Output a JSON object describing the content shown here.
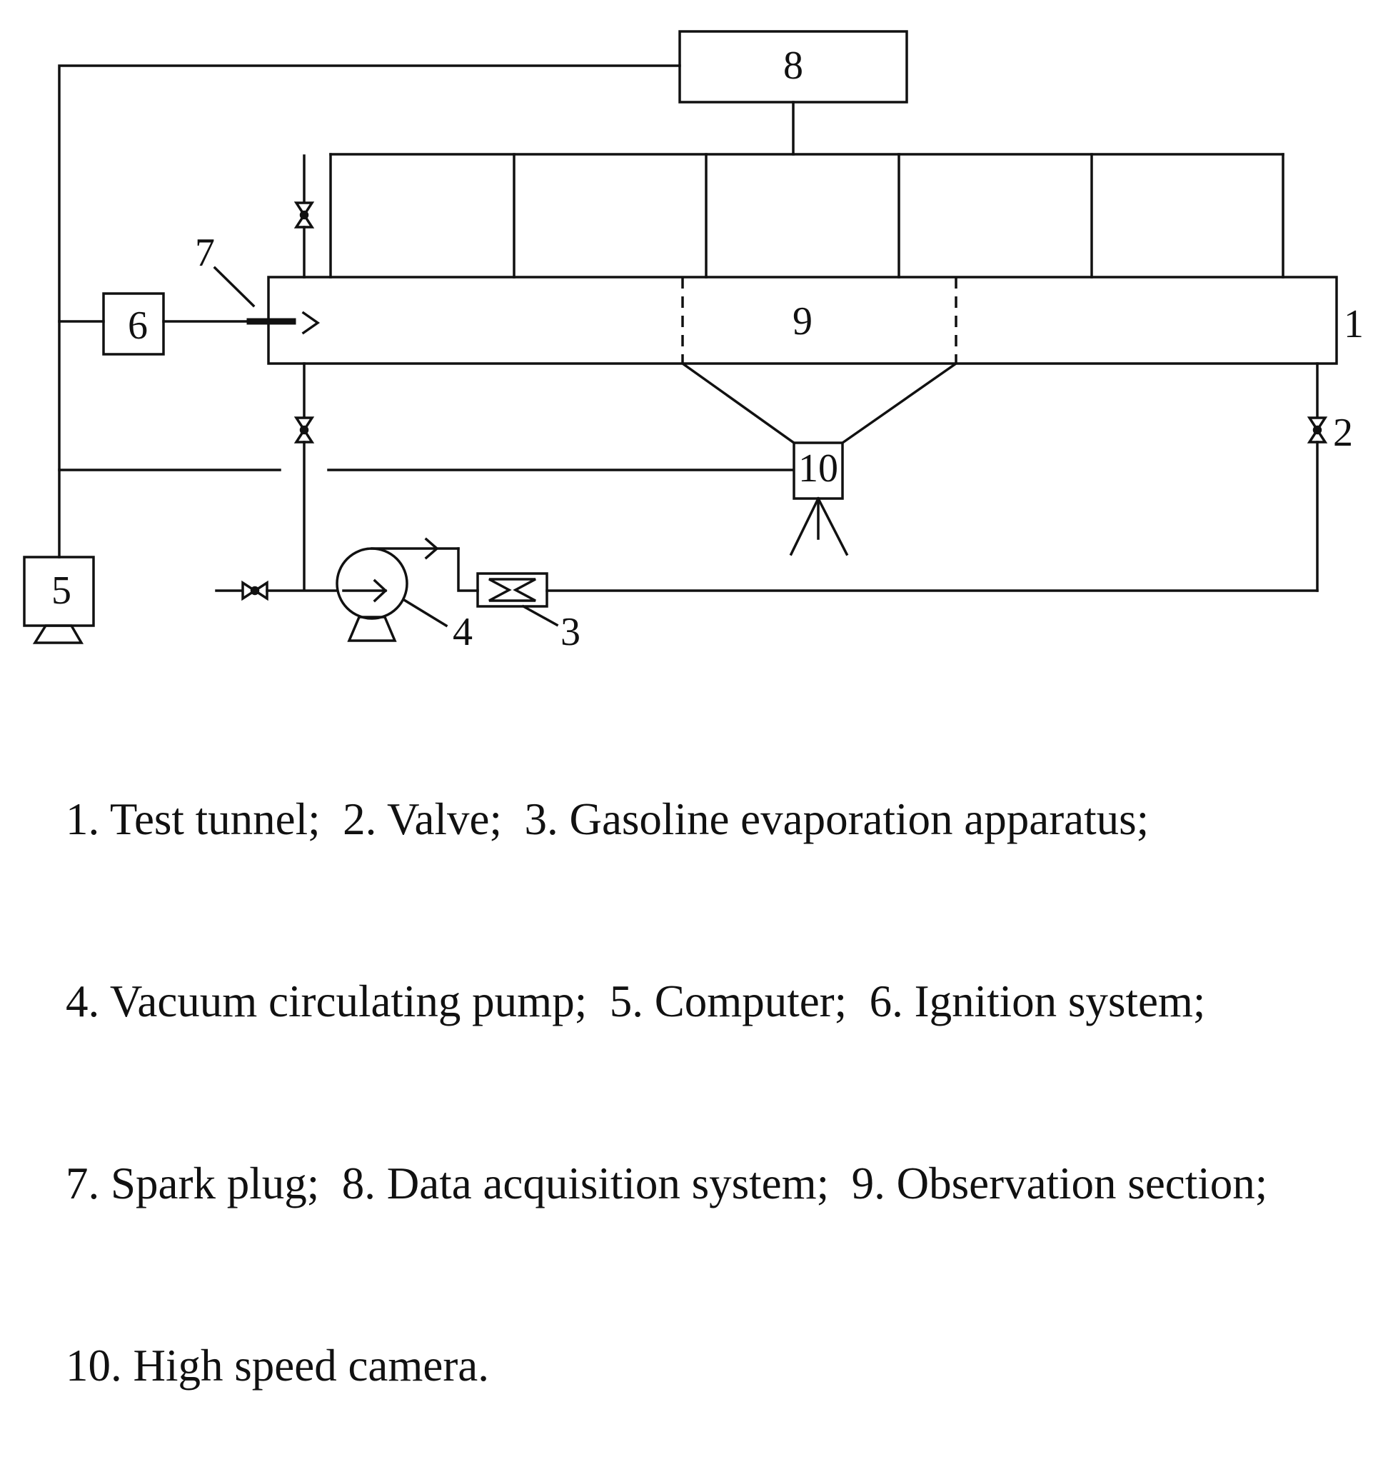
{
  "labels": {
    "tunnel": "1",
    "valve": "2",
    "evaporator": "3",
    "pump": "4",
    "computer": "5",
    "ignition": "6",
    "spark_plug": "7",
    "daq": "8",
    "observation": "9",
    "camera": "10"
  },
  "legend": {
    "line1": "1. Test tunnel;  2. Valve;  3. Gasoline evaporation apparatus;",
    "line2": "4. Vacuum circulating pump;  5. Computer;  6. Ignition system;",
    "line3": "7. Spark plug;  8. Data acquisition system;  9. Observation section;",
    "line4": "10. High speed camera."
  }
}
